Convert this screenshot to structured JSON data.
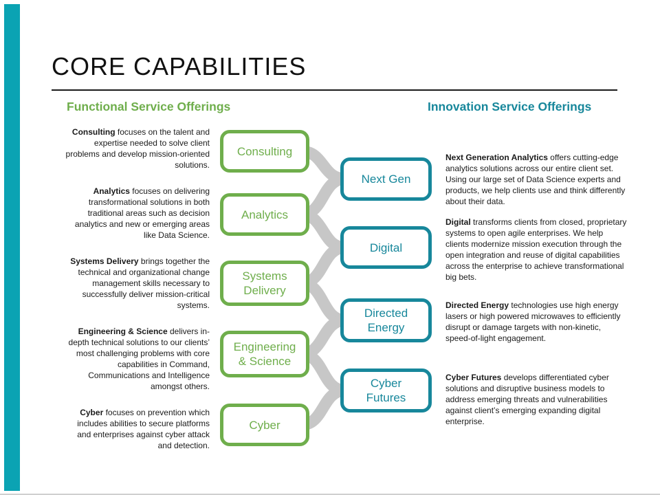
{
  "slide": {
    "title": "CORE CAPABILITIES"
  },
  "functional": {
    "header": "Functional Service Offerings",
    "paragraphs": [
      {
        "lead": "Consulting",
        "rest": " focuses on the talent and expertise needed to solve client problems and develop mission-oriented solutions."
      },
      {
        "lead": "Analytics",
        "rest": " focuses on delivering transformational solutions in both traditional areas such as decision analytics and new or emerging areas like Data Science."
      },
      {
        "lead": "Systems Delivery",
        "rest": " brings together the technical and organizational change management skills necessary to successfully deliver mission-critical systems."
      },
      {
        "lead": "Engineering & Science",
        "rest": " delivers in-depth technical solutions to our clients’ most challenging problems with core capabilities in Command, Communications and Intelligence amongst others."
      },
      {
        "lead": "Cyber",
        "rest": " focuses on prevention which includes abilities to secure platforms and enterprises against cyber attack and detection."
      }
    ]
  },
  "innovation": {
    "header": "Innovation Service Offerings",
    "paragraphs": [
      {
        "lead": "Next Generation Analytics",
        "rest": " offers cutting-edge analytics solutions across our entire client set. Using our large set of Data Science experts and products, we help clients use and think differently about their data."
      },
      {
        "lead": "Digital",
        "rest": " transforms clients from closed, proprietary systems to open agile enterprises.  We help clients modernize mission execution through the open integration and reuse of digital capabilities across the enterprise to achieve transformational big bets."
      },
      {
        "lead": "Directed Energy",
        "rest": " technologies use high energy lasers or high powered microwaves to efficiently disrupt or damage targets with non-kinetic, speed-of-light engagement."
      },
      {
        "lead": "Cyber Futures",
        "rest": " develops differentiated cyber solutions and disruptive business models to address emerging threats and vulnerabilities against client’s emerging expanding digital enterprise."
      }
    ]
  },
  "diagram": {
    "functional_boxes": [
      "Consulting",
      "Analytics",
      "Systems Delivery",
      "Engineering & Science",
      "Cyber"
    ],
    "innovation_boxes": [
      "Next Gen",
      "Digital",
      "Directed Energy",
      "Cyber Futures"
    ]
  },
  "colors": {
    "functional_green": "#6fae4c",
    "innovation_teal": "#17879b",
    "sidebar_teal": "#0ba3b3",
    "connector_grey": "#c7c7c7",
    "title_black": "#111111"
  }
}
